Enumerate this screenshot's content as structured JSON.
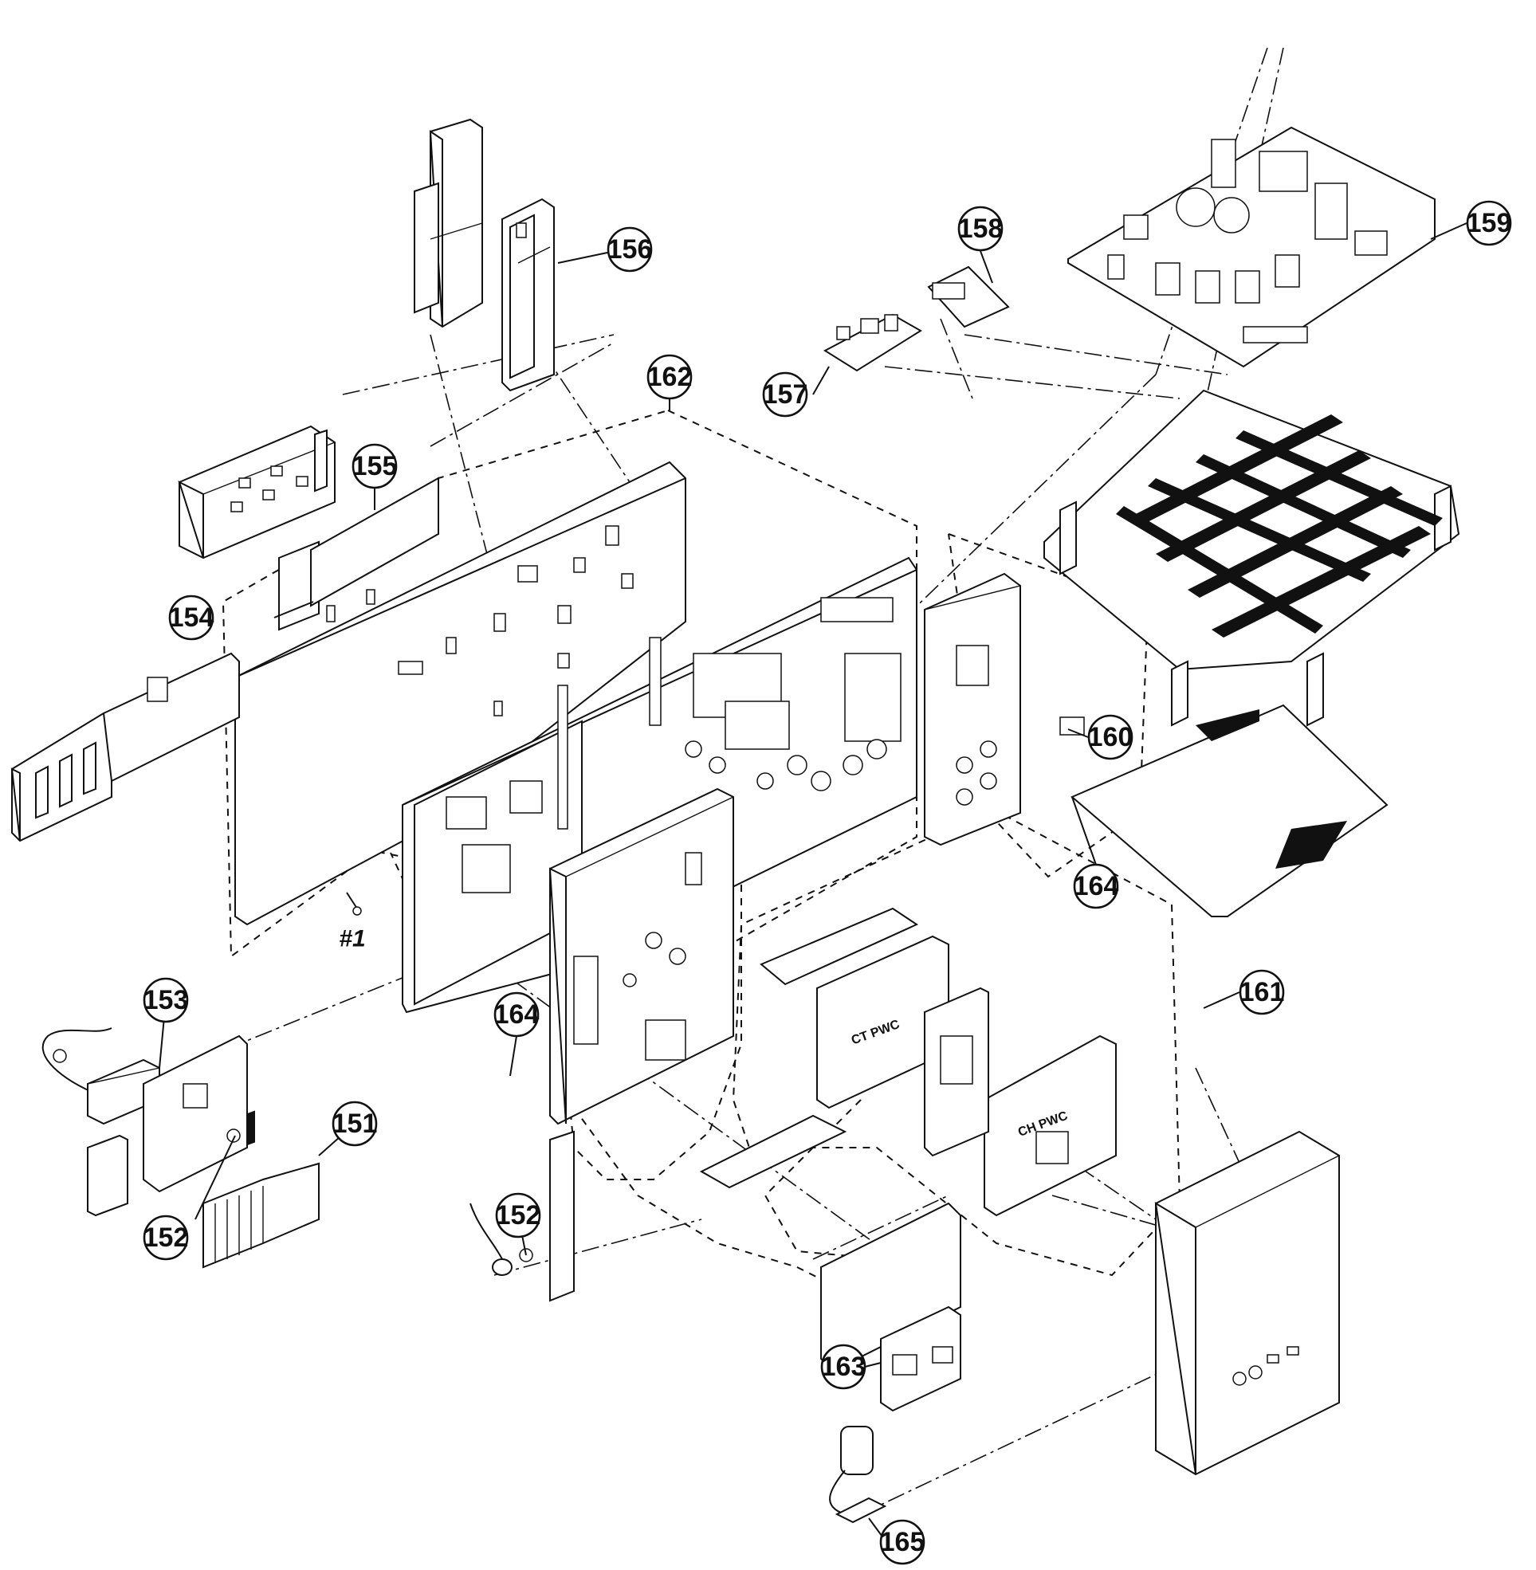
{
  "callouts": [
    {
      "id": "151",
      "label": "151"
    },
    {
      "id": "152a",
      "label": "152"
    },
    {
      "id": "152b",
      "label": "152"
    },
    {
      "id": "153",
      "label": "153"
    },
    {
      "id": "154",
      "label": "154"
    },
    {
      "id": "155",
      "label": "155"
    },
    {
      "id": "156",
      "label": "156"
    },
    {
      "id": "157",
      "label": "157"
    },
    {
      "id": "158",
      "label": "158"
    },
    {
      "id": "159",
      "label": "159"
    },
    {
      "id": "160",
      "label": "160"
    },
    {
      "id": "161",
      "label": "161"
    },
    {
      "id": "162",
      "label": "162"
    },
    {
      "id": "163",
      "label": "163"
    },
    {
      "id": "164a",
      "label": "164"
    },
    {
      "id": "164b",
      "label": "164"
    },
    {
      "id": "165",
      "label": "165"
    }
  ],
  "screw_label": "#1",
  "pcb_labels": {
    "ct_pwc": "CT PWC",
    "ch_pwc": "CH PWC"
  }
}
